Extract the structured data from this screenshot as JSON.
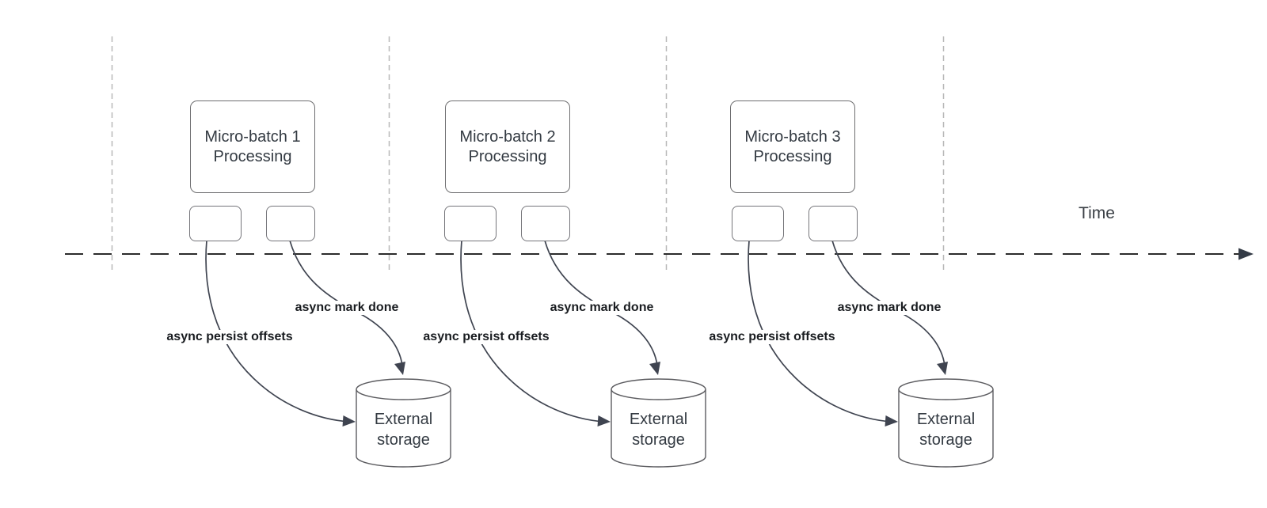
{
  "diagram": {
    "time_label": "Time",
    "groups": [
      {
        "batch_title_line1": "Micro-batch 1",
        "batch_title_line2": "Processing",
        "persist_label": "async persist offsets",
        "mark_done_label": "async mark done",
        "storage_line1": "External",
        "storage_line2": "storage"
      },
      {
        "batch_title_line1": "Micro-batch 2",
        "batch_title_line2": "Processing",
        "persist_label": "async persist offsets",
        "mark_done_label": "async mark done",
        "storage_line1": "External",
        "storage_line2": "storage"
      },
      {
        "batch_title_line1": "Micro-batch 3",
        "batch_title_line2": "Processing",
        "persist_label": "async persist offsets",
        "mark_done_label": "async mark done",
        "storage_line1": "External",
        "storage_line2": "storage"
      }
    ],
    "colors": {
      "background": "#ffffff",
      "arrow": "#3f4450",
      "timeline": "#2b2b2b",
      "gridline": "#b8b8b8",
      "shape_border": "#6e6e70",
      "shape_text": "#333a42",
      "label_text": "#191c20"
    }
  }
}
